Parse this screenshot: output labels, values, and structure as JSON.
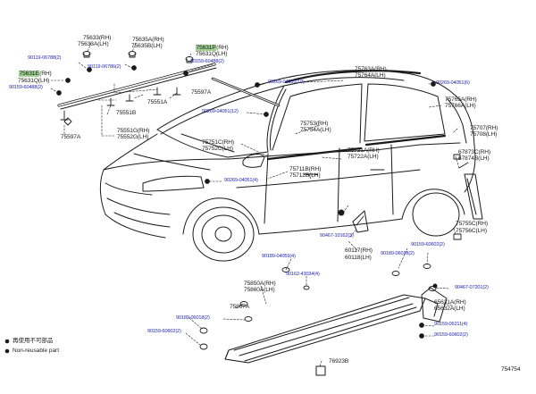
{
  "diagram_id": "754754",
  "legend": {
    "reuse_note": "再使用不可部品",
    "non_reusable": "Non-reusable part"
  },
  "labels": {
    "p75633": "75633(RH)",
    "p75633a": "75633A(LH)",
    "p75635a": "75635A(RH)",
    "p75635b": "75635B(LH)",
    "p75631p_hl": "75631P",
    "p75631p_rest": "(RH)",
    "p75631q": "75631Q(LH)",
    "b90119_06788": "90119-06788(2)",
    "b90119_06786": "90119-06786(2)",
    "b90159_60488_top": "90159-60488(2)",
    "p75631e_hl": "75631E",
    "p75631e_rest": "(RH)",
    "p75631q_left": "75631Q(LH)",
    "b90159_60488_left": "90159-60488(2)",
    "p75597a_top": "75597A",
    "p75551b": "75551B",
    "p75551a": "75551A",
    "p75551g": "75551G(RH)",
    "p75552g": "75552G(LH)",
    "p75597a_bot": "75597A",
    "b90269_04051_10": "90269-04051(10)",
    "b90269_04051_12": "90269-04051(12)",
    "b90269_04051_6": "90269-04051(6)",
    "b90269_04051_4": "90269-04051(4)",
    "p75763a": "75763A(RH)",
    "p75764a": "75764A(LH)",
    "p75765a": "75765A(RH)",
    "p75766a": "75766A(LH)",
    "p75707": "75707(RH)",
    "p75708": "75708(LH)",
    "p75753": "75753(RH)",
    "p75754a": "75754A(LH)",
    "p75751c": "75751C(RH)",
    "p75752c": "75752C(LH)",
    "p75721a": "75721A(RH)",
    "p75722a": "75722A(LH)",
    "p67873c": "67873C(RH)",
    "p67874b": "67874B(LH)",
    "p75711b": "75711B(RH)",
    "p75712b": "75712B(LH)",
    "p75755c": "75755C(RH)",
    "p75756c": "75756C(LH)",
    "b90467_10162": "90467-10162(3)",
    "p60117": "60117(RH)",
    "p60118": "60118(LH)",
    "b90189_06018_mid": "90189-06018(2)",
    "b90159_60602_top": "90159-60602(2)",
    "b90189_04059": "90189-04059(4)",
    "b90162_43034": "90162-43034(4)",
    "b90467_07201": "90467-07201(2)",
    "p75850a": "75850A(RH)",
    "p75860a": "75860A(LH)",
    "p75867a": "75867A",
    "p65631a": "65631A(RH)",
    "p65632a": "65632A(LH)",
    "b90189_06018_left": "90189-06018(2)",
    "b90159_60602_left": "90159-60602(2)",
    "b90159_06211": "90159-06211(4)",
    "b90159_60602_right": "90159-60602(2)",
    "p76923b": "76923B"
  }
}
